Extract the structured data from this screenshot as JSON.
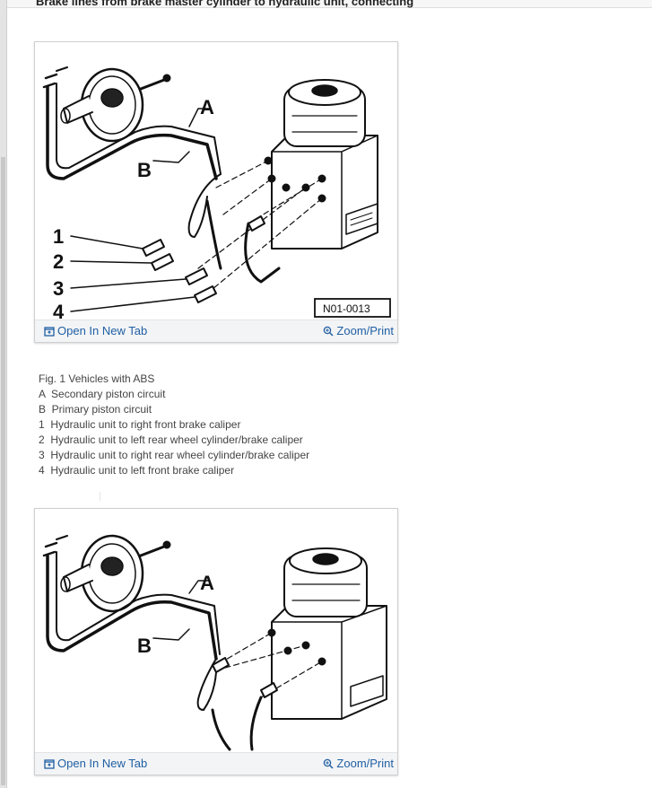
{
  "heading": "Brake lines from brake master cylinder to hydraulic unit, connecting",
  "figure1": {
    "labels": {
      "a": "A",
      "b": "B",
      "n1": "1",
      "n2": "2",
      "n3": "3",
      "n4": "4"
    },
    "ref": "N01-0013",
    "open_label": "Open In New Tab",
    "zoom_label": "Zoom/Print"
  },
  "caption": [
    "Fig. 1 Vehicles with ABS",
    "A  Secondary piston circuit",
    "B  Primary piston circuit",
    "1  Hydraulic unit to right front brake caliper",
    "2  Hydraulic unit to left rear wheel cylinder/brake caliper",
    "3  Hydraulic unit to right rear wheel cylinder/brake caliper",
    "4  Hydraulic unit to left front brake caliper"
  ],
  "figure2": {
    "labels": {
      "a": "A",
      "b": "B"
    },
    "open_label": "Open In New Tab",
    "zoom_label": "Zoom/Print"
  },
  "icons": {
    "open": "open-in-new-tab-icon",
    "zoom": "zoom-icon"
  },
  "colors": {
    "link": "#1f5fa3",
    "bar": "#f3f4f6"
  }
}
